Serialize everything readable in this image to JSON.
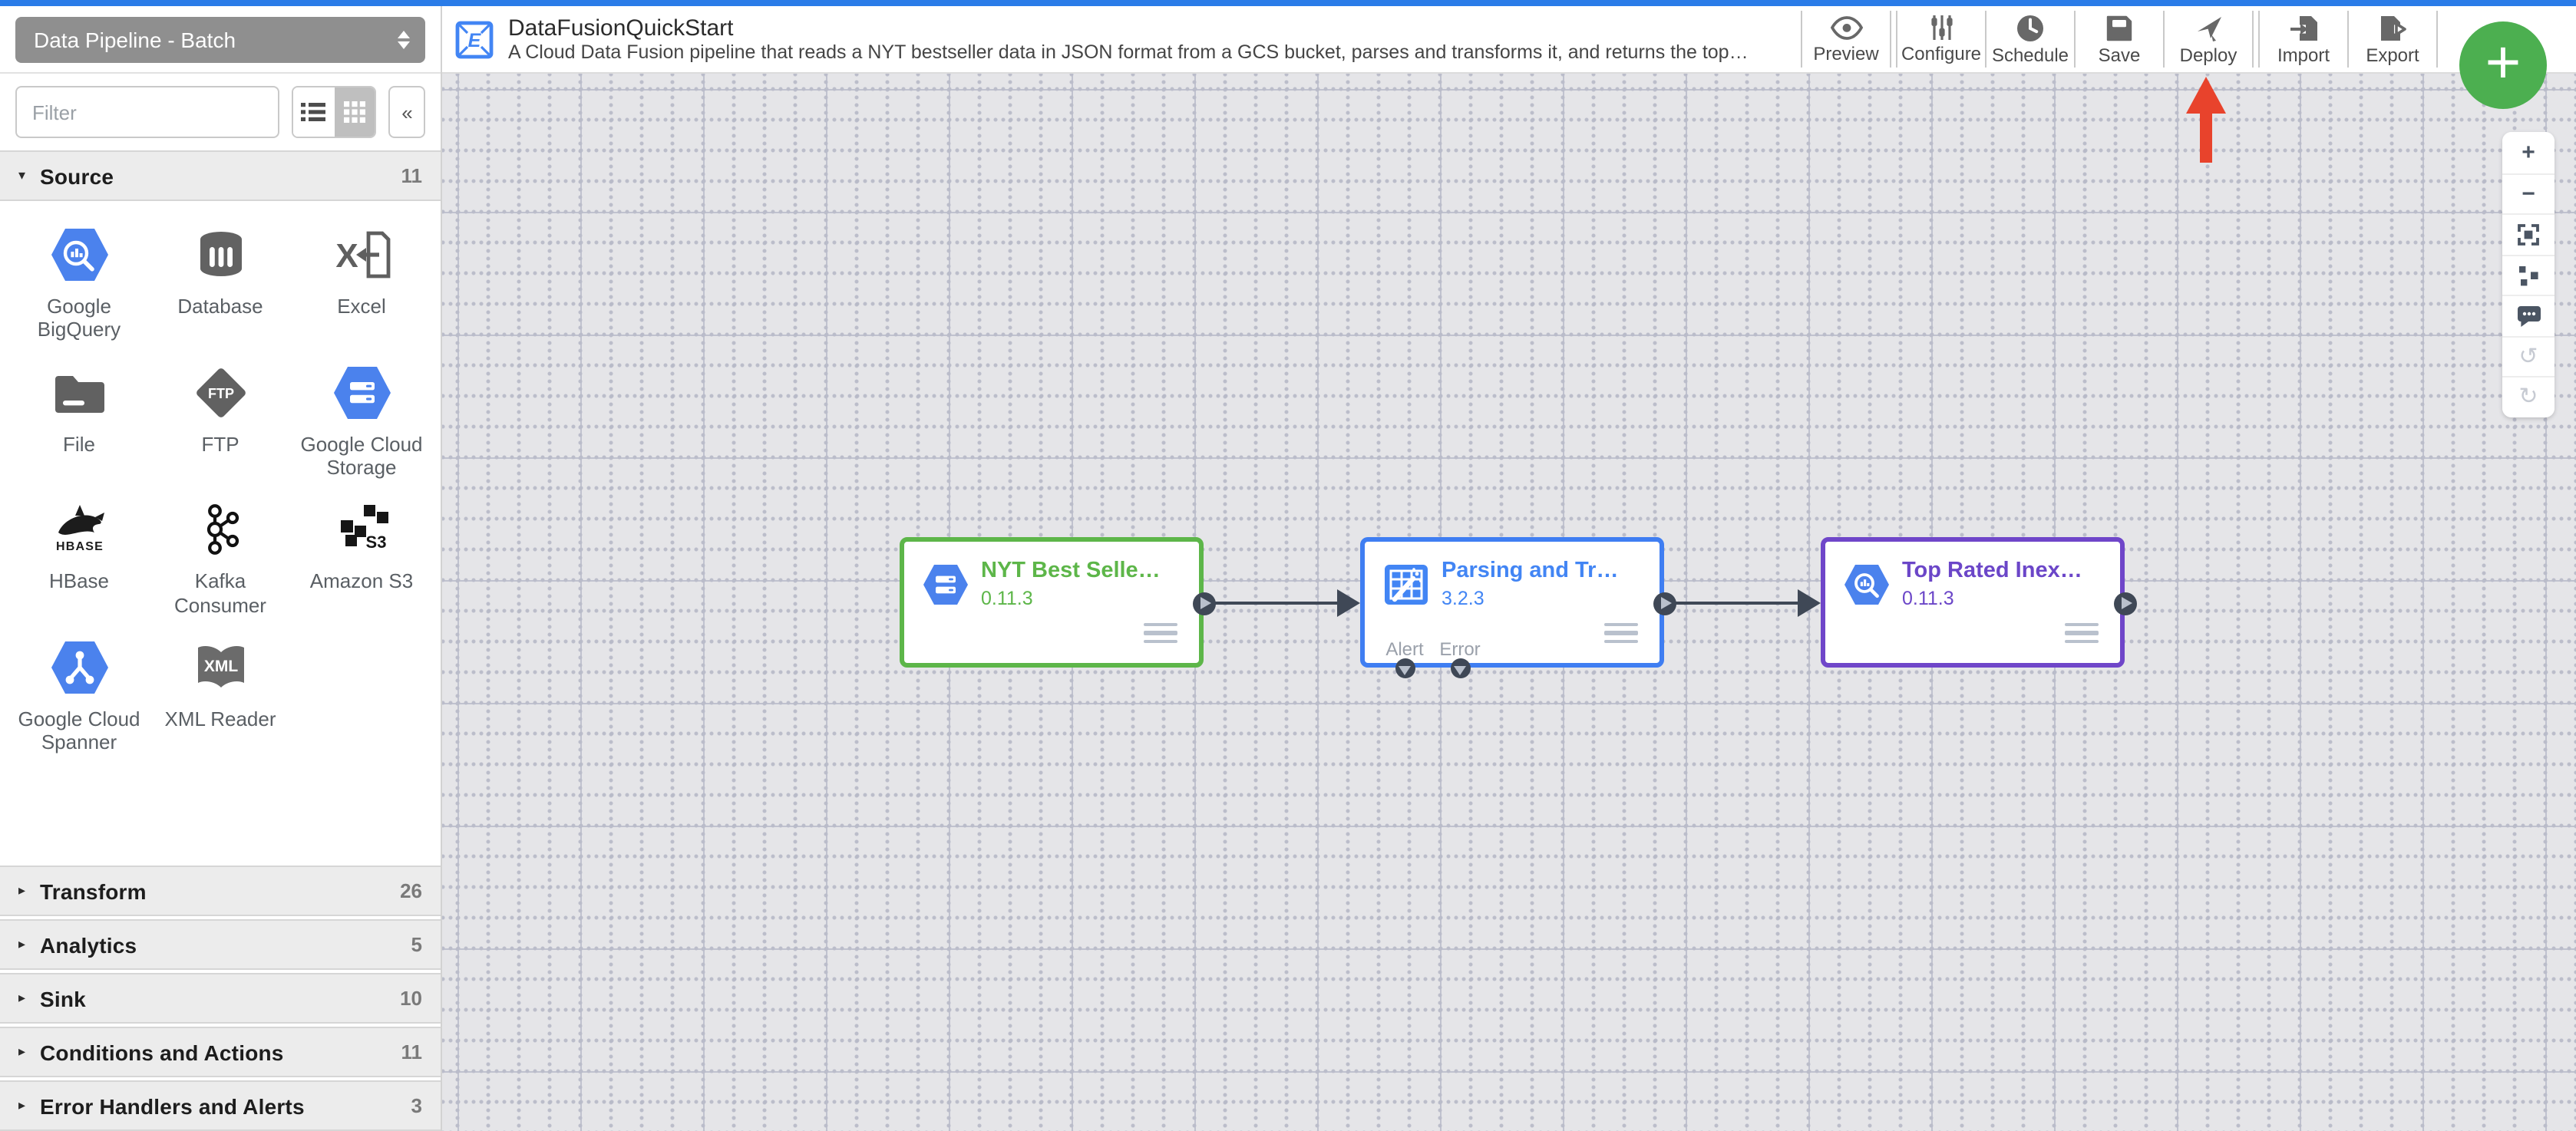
{
  "app": {
    "accent_blue": "#2a7ce8"
  },
  "pipeline_type_dropdown": {
    "value": "Data Pipeline - Batch"
  },
  "sidebar": {
    "filter": {
      "placeholder": "Filter"
    },
    "view_toggle": {
      "selected": "grid"
    },
    "collapse_label": "«",
    "sections": [
      {
        "label": "Source",
        "count": "11",
        "expanded": true,
        "arrow": "▾"
      },
      {
        "label": "Transform",
        "count": "26",
        "expanded": false,
        "arrow": "▸"
      },
      {
        "label": "Analytics",
        "count": "5",
        "expanded": false,
        "arrow": "▸"
      },
      {
        "label": "Sink",
        "count": "10",
        "expanded": false,
        "arrow": "▸"
      },
      {
        "label": "Conditions and Actions",
        "count": "11",
        "expanded": false,
        "arrow": "▸"
      },
      {
        "label": "Error Handlers and Alerts",
        "count": "3",
        "expanded": false,
        "arrow": "▸"
      }
    ],
    "source_plugins": [
      {
        "label": "Google BigQuery",
        "icon": "bigquery-icon"
      },
      {
        "label": "Database",
        "icon": "database-icon"
      },
      {
        "label": "Excel",
        "icon": "excel-icon"
      },
      {
        "label": "File",
        "icon": "file-folder-icon"
      },
      {
        "label": "FTP",
        "icon": "ftp-icon"
      },
      {
        "label": "Google Cloud Storage",
        "icon": "gcs-icon"
      },
      {
        "label": "HBase",
        "icon": "hbase-icon"
      },
      {
        "label": "Kafka Consumer",
        "icon": "kafka-icon"
      },
      {
        "label": "Amazon S3",
        "icon": "s3-icon"
      },
      {
        "label": "Google Cloud Spanner",
        "icon": "spanner-icon"
      },
      {
        "label": "XML Reader",
        "icon": "xml-reader-icon"
      }
    ]
  },
  "header": {
    "title": "DataFusionQuickStart",
    "description": "A Cloud Data Fusion pipeline that reads a NYT bestseller data in JSON format from a GCS bucket, parses and transforms it, and returns the top rated book...",
    "toolbar": [
      {
        "label": "Preview",
        "icon": "preview-eye-icon"
      },
      {
        "label": "Configure",
        "icon": "configure-sliders-icon"
      },
      {
        "label": "Schedule",
        "icon": "schedule-clock-icon"
      },
      {
        "label": "Save",
        "icon": "save-floppy-icon"
      },
      {
        "label": "Deploy",
        "icon": "deploy-send-icon"
      },
      {
        "label": "Import",
        "icon": "import-icon"
      },
      {
        "label": "Export",
        "icon": "export-icon"
      }
    ]
  },
  "canvas": {
    "nodes": [
      {
        "title": "NYT Best Selle…",
        "version": "0.11.3",
        "color": "#5db649",
        "border_color": "#5db649",
        "icon": "gcs-node-icon"
      },
      {
        "title": "Parsing and Tr…",
        "version": "3.2.3",
        "color": "#4285f4",
        "border_color": "#3f7ef2",
        "icon": "wrangler-node-icon",
        "bottom_ports": [
          "Alert",
          "Error"
        ]
      },
      {
        "title": "Top Rated Inex…",
        "version": "0.11.3",
        "color": "#6b46c8",
        "border_color": "#6f46c9",
        "icon": "bigquery-node-icon"
      }
    ],
    "connections": [
      {
        "from": 0,
        "to": 1
      },
      {
        "from": 1,
        "to": 2
      }
    ]
  },
  "zoom_controls": [
    {
      "icon": "zoom-in-icon",
      "glyph": "+",
      "enabled": true
    },
    {
      "icon": "zoom-out-icon",
      "glyph": "−",
      "enabled": true
    },
    {
      "icon": "fit-to-screen-icon",
      "glyph": "",
      "enabled": true
    },
    {
      "icon": "auto-align-icon",
      "glyph": "",
      "enabled": true
    },
    {
      "icon": "comment-icon",
      "glyph": "",
      "enabled": true
    },
    {
      "icon": "undo-icon",
      "glyph": "↺",
      "enabled": false
    },
    {
      "icon": "redo-icon",
      "glyph": "↻",
      "enabled": false
    }
  ],
  "fab": {
    "label": "+",
    "color": "#4caf50"
  },
  "annotation": {
    "type": "arrow",
    "color": "#e8432c",
    "points_to": "Deploy"
  }
}
